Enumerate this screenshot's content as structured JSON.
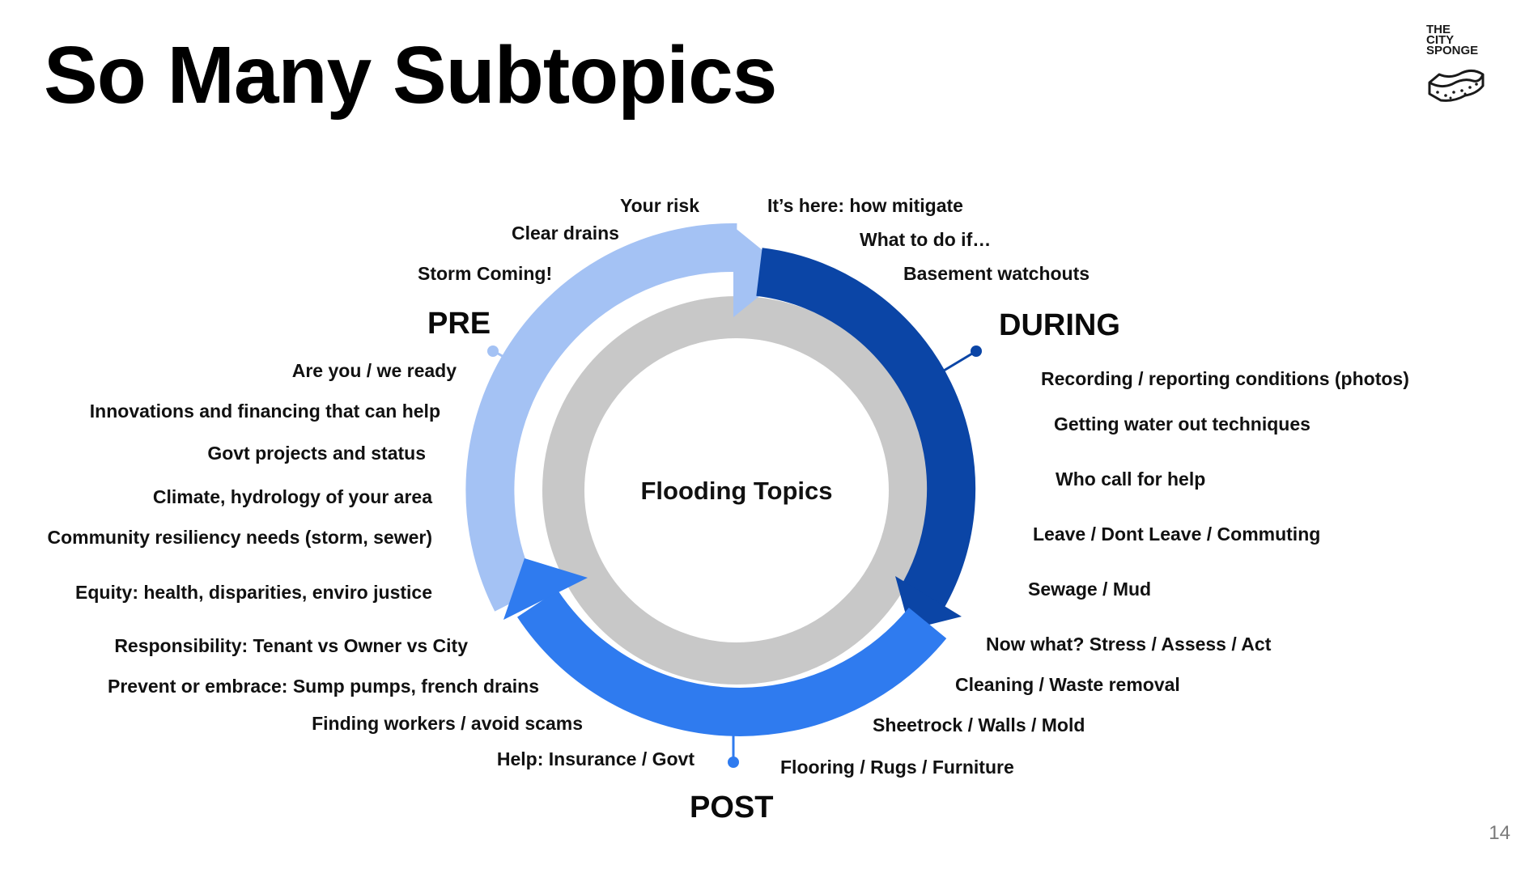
{
  "slide": {
    "title": "So Many Subtopics",
    "page_number": "14"
  },
  "logo": {
    "text": "THE\nCITY\nSPONGE",
    "icon": "sponge-icon"
  },
  "colors": {
    "pre": "#a4c2f4",
    "during": "#0b45a6",
    "post": "#2f7bef",
    "ring": "#c8c8c8",
    "ring_inner": "#ffffff"
  },
  "diagram": {
    "center": "Flooding Topics",
    "phases": {
      "pre": {
        "label": "PRE",
        "topics": [
          "Your risk",
          "Clear drains",
          "Storm Coming!",
          "Are you / we ready",
          "Innovations and financing that can help",
          "Govt projects and status",
          "Climate, hydrology of your area",
          "Community resiliency needs (storm, sewer)",
          "Equity: health, disparities, enviro justice",
          "Responsibility: Tenant vs Owner vs City",
          "Prevent or embrace: Sump pumps, french drains"
        ]
      },
      "during": {
        "label": "DURING",
        "topics": [
          "It’s here: how mitigate",
          "What to do if…",
          "Basement watchouts",
          "Recording / reporting conditions (photos)",
          "Getting water out techniques",
          "Who call for help",
          "Leave / Dont Leave / Commuting",
          "Sewage / Mud"
        ]
      },
      "post": {
        "label": "POST",
        "topics": [
          "Now what? Stress / Assess / Act",
          "Cleaning / Waste removal",
          "Sheetrock / Walls / Mold",
          "Flooring / Rugs / Furniture",
          "Finding workers / avoid scams",
          "Help: Insurance / Govt"
        ]
      }
    }
  }
}
